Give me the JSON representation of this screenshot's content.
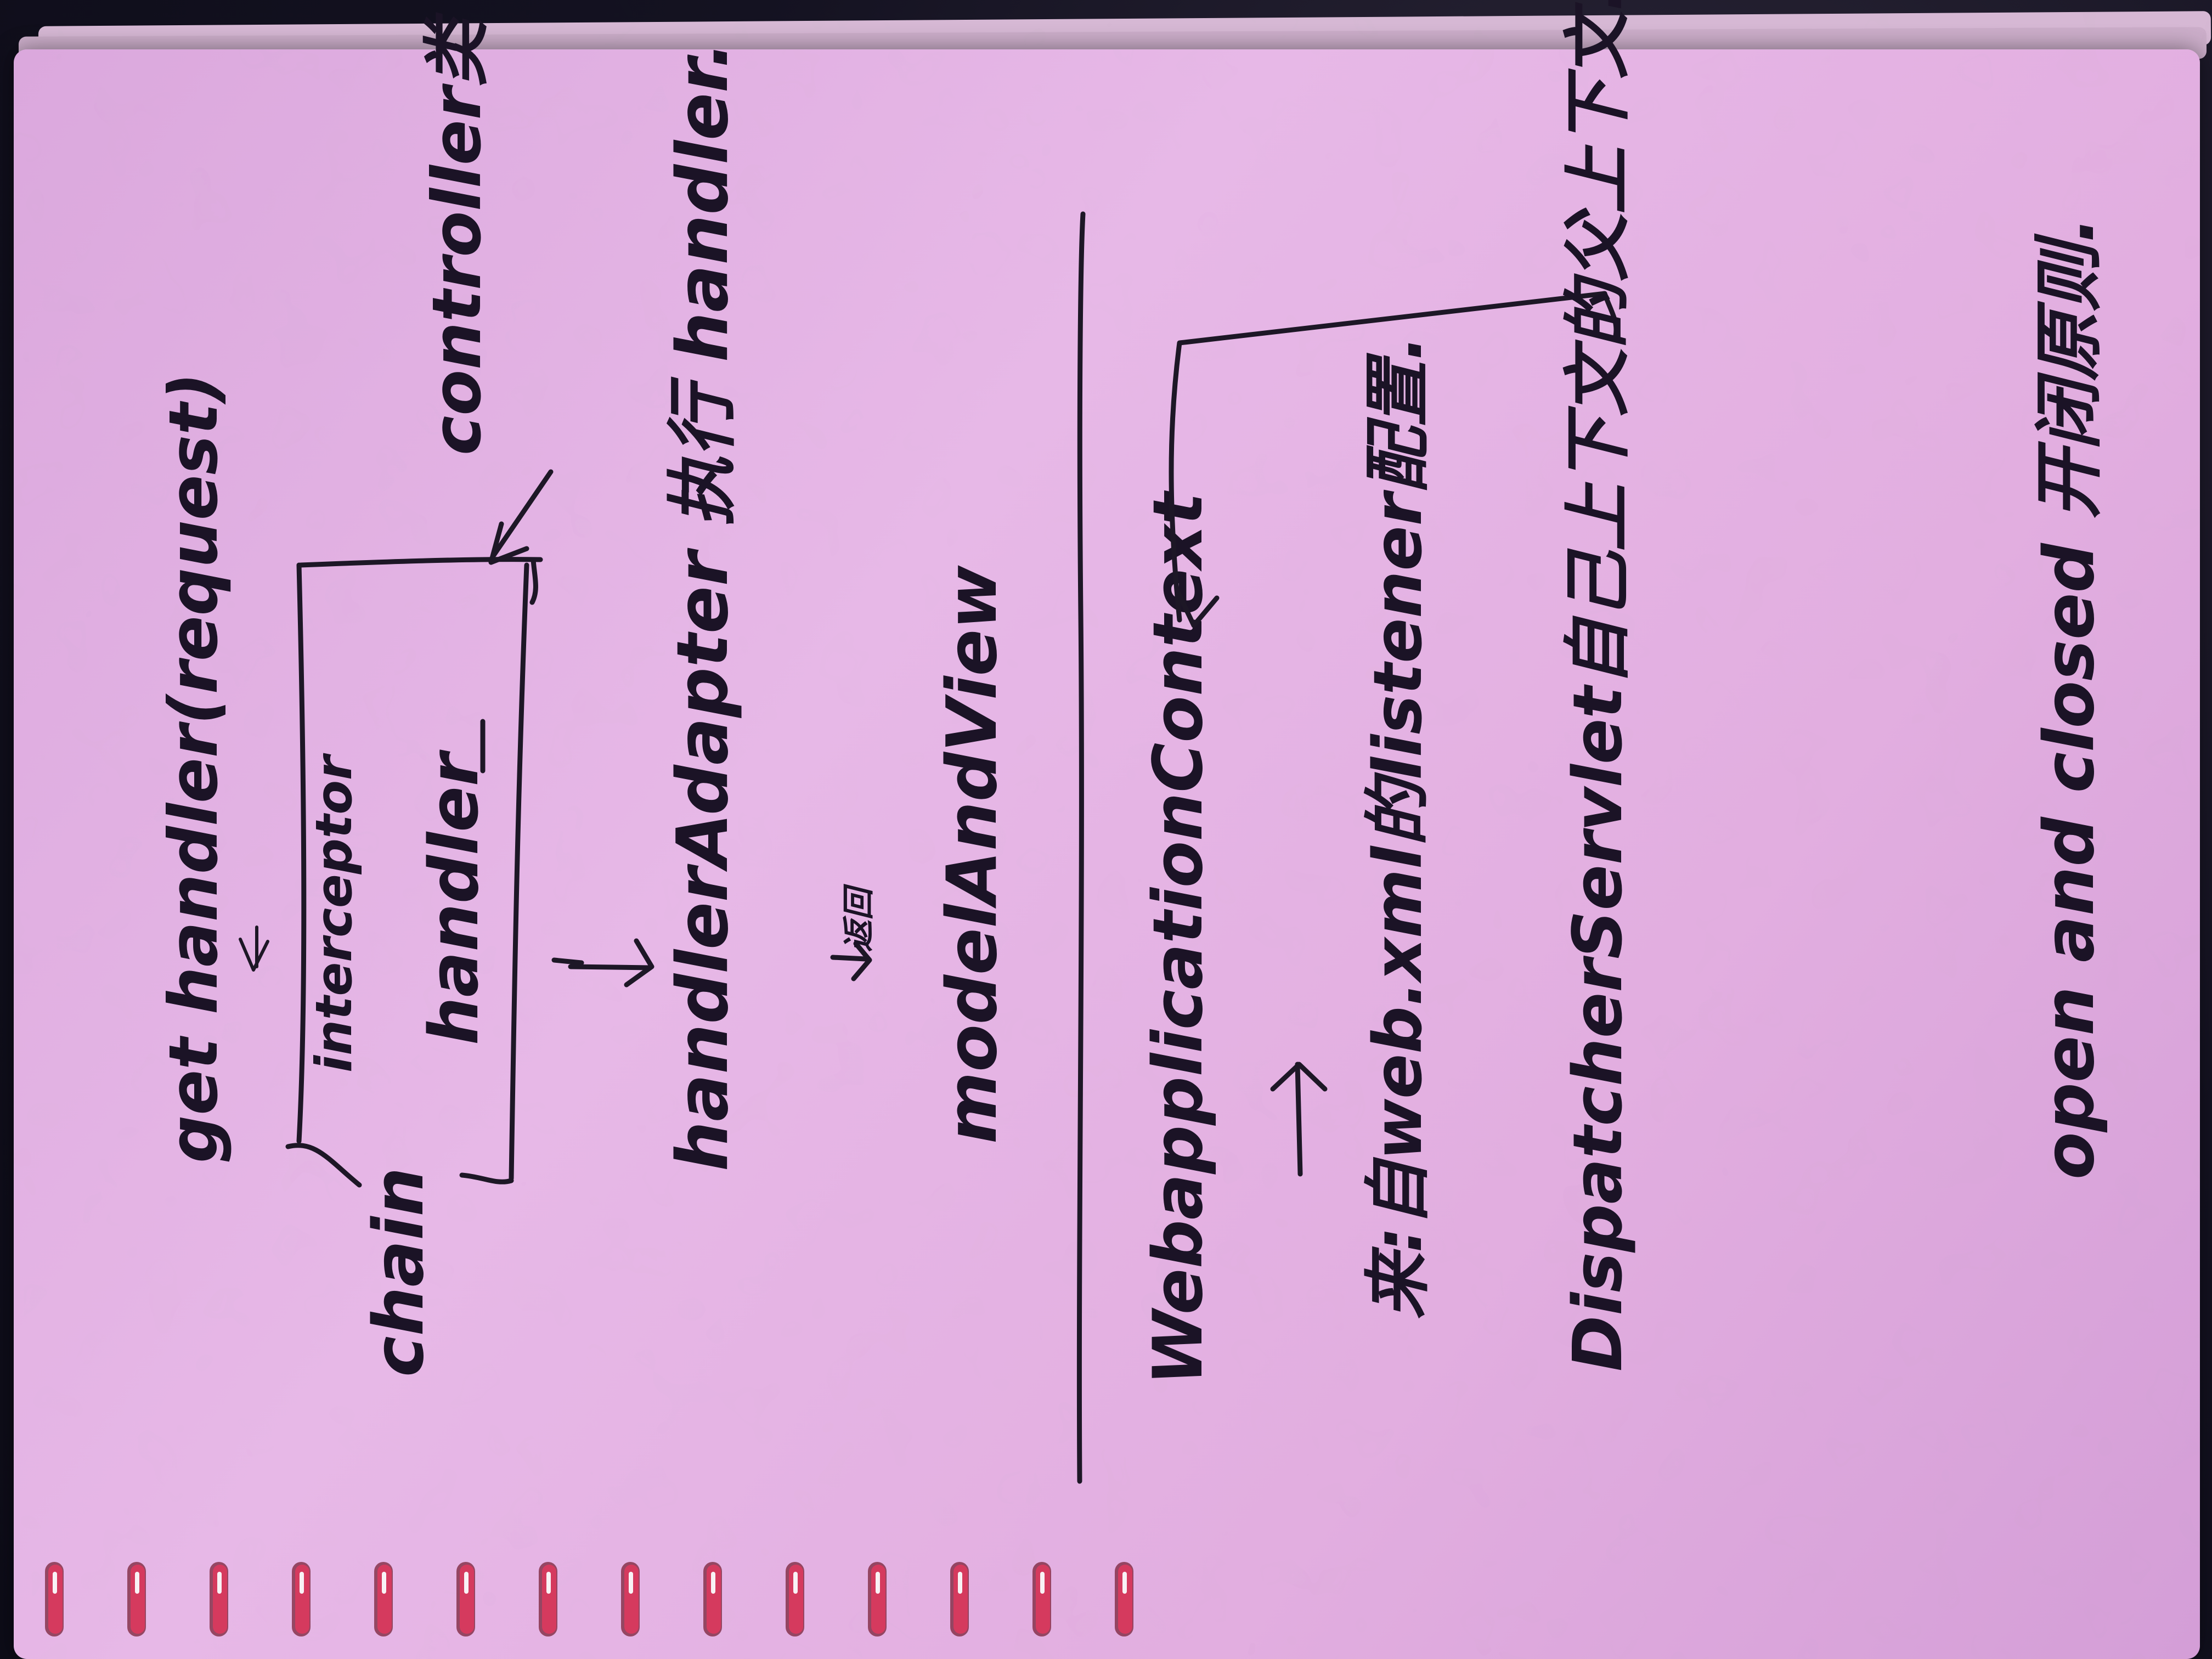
{
  "notes": {
    "line_1": "get handler(request)",
    "line_2": "interceptor",
    "line_3": "handler",
    "line_4": "chain",
    "line_5": "controller类",
    "line_6": "handlerAdapter 执行 handler.",
    "line_7": "返回",
    "line_8": "modelAndView",
    "line_9": "WebapplicationContext",
    "line_10": "来:自web.xml的listener配置.",
    "line_11": "DispatcherServlet自己上下文的父上下文.",
    "line_12": "open and closed 开闭原则."
  },
  "colors": {
    "paper": "#e3b2e3",
    "ink": "#1d1726",
    "binding_rings": "#d53a5e",
    "background": "#151320"
  },
  "icons": {
    "binding": "spiral-ring-icon",
    "arrows": "hand-drawn-arrow-icon"
  }
}
